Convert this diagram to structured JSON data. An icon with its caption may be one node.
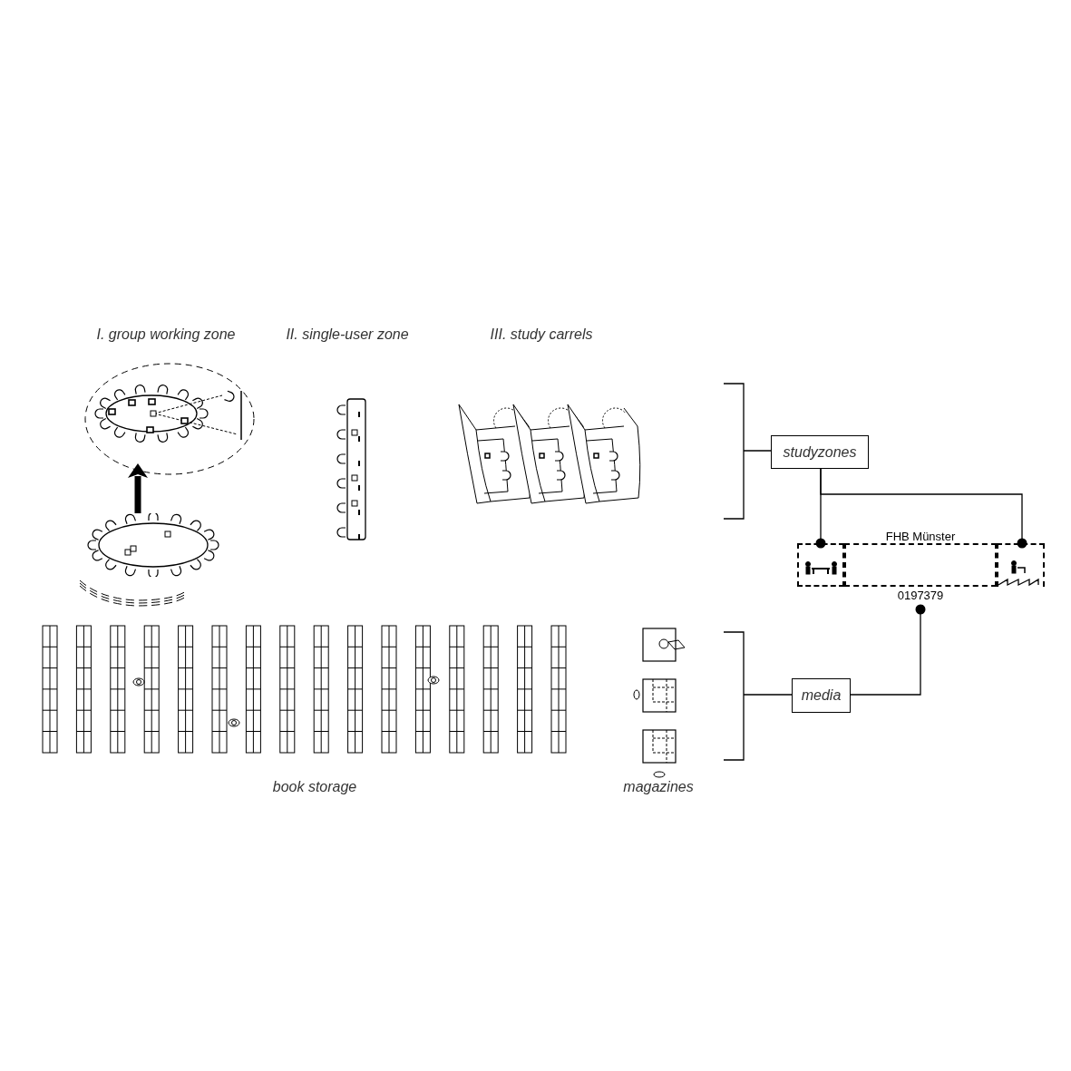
{
  "diagram": {
    "nodes": [
      {
        "text": [],
        "shape": "picture"
      },
      {
        "text": [],
        "shape": "picture"
      },
      {
        "text": [
          "studyzones"
        ]
      },
      {
        "text": [],
        "shape": "picture"
      },
      {
        "text": [
          "FHB Münster",
          "0197379"
        ]
      },
      {
        "text": [],
        "shape": "picture"
      },
      {
        "text": [
          "media"
        ]
      }
    ],
    "edges": [
      {
        "from": 1,
        "to": 0,
        "arrow": "to",
        "style": "thick"
      },
      {
        "from": 2,
        "to": 3,
        "arrow": "other"
      },
      {
        "from": 2,
        "to": 5,
        "arrow": "other"
      },
      {
        "from": 6,
        "to": 4,
        "arrow": "other"
      }
    ],
    "labels": [
      "I. group working zone",
      "II. single-user zone",
      "III. study carrels",
      "book storage",
      "magazines"
    ]
  }
}
